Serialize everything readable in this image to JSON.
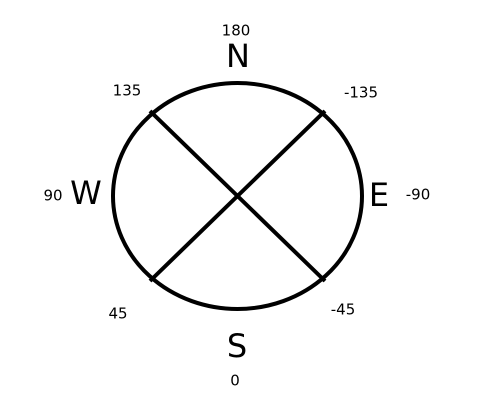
{
  "cardinal": {
    "north": "N",
    "south": "S",
    "east": "E",
    "west": "W"
  },
  "angles": {
    "north": "180",
    "south": "0",
    "east": "-90",
    "west": "90",
    "northwest": "135",
    "northeast": "-135",
    "southwest": "45",
    "southeast": "-45"
  }
}
